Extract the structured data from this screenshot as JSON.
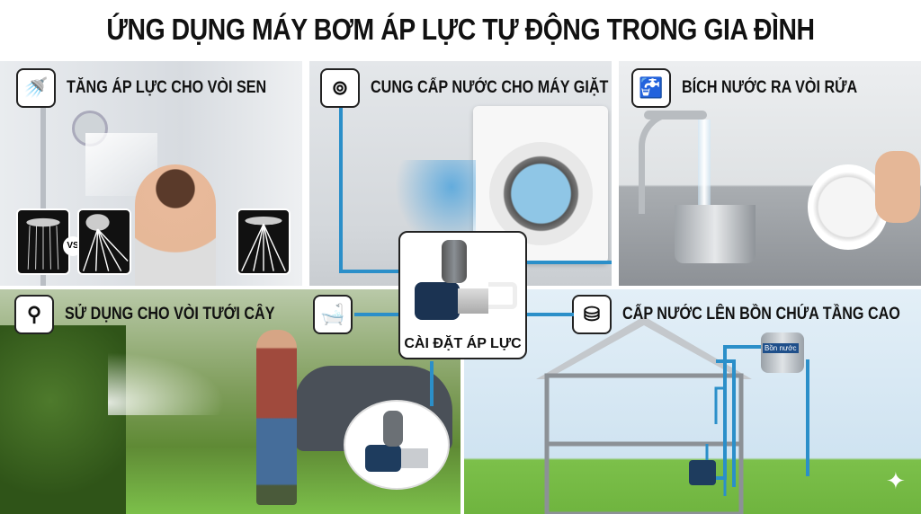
{
  "title": "ỨNG DỤNG MÁY BƠM ÁP LỰC TỰ ĐỘNG TRONG GIA ĐÌNH",
  "panels": [
    {
      "label": "TĂNG ÁP LỰC CHO VÒI SEN",
      "icon": "shower-icon"
    },
    {
      "label": "CUNG CẤP NƯỚC CHO MÁY GIẶT",
      "icon": "washing-machine-icon"
    },
    {
      "label": "BÍCH NƯỚC RA VÒI RỬA",
      "icon": "faucet-icon"
    },
    {
      "label": "SỬ DỤNG CHO VÒI TƯỚI CÂY",
      "icon": "spray-nozzle-icon"
    },
    {
      "label": "CẤP NƯỚC LÊN BỒN CHỨA TẦNG CAO",
      "icon": "water-tank-icon"
    }
  ],
  "vs_label": "VS",
  "center": {
    "label": "CÀI ĐẶT ÁP LỰC",
    "side_icon": "bathtub-icon"
  },
  "tank_label": "Bồn nước",
  "colors": {
    "pipe": "#2b8fc9",
    "sky": "#dcecf6",
    "grass": "#7cc04a"
  }
}
